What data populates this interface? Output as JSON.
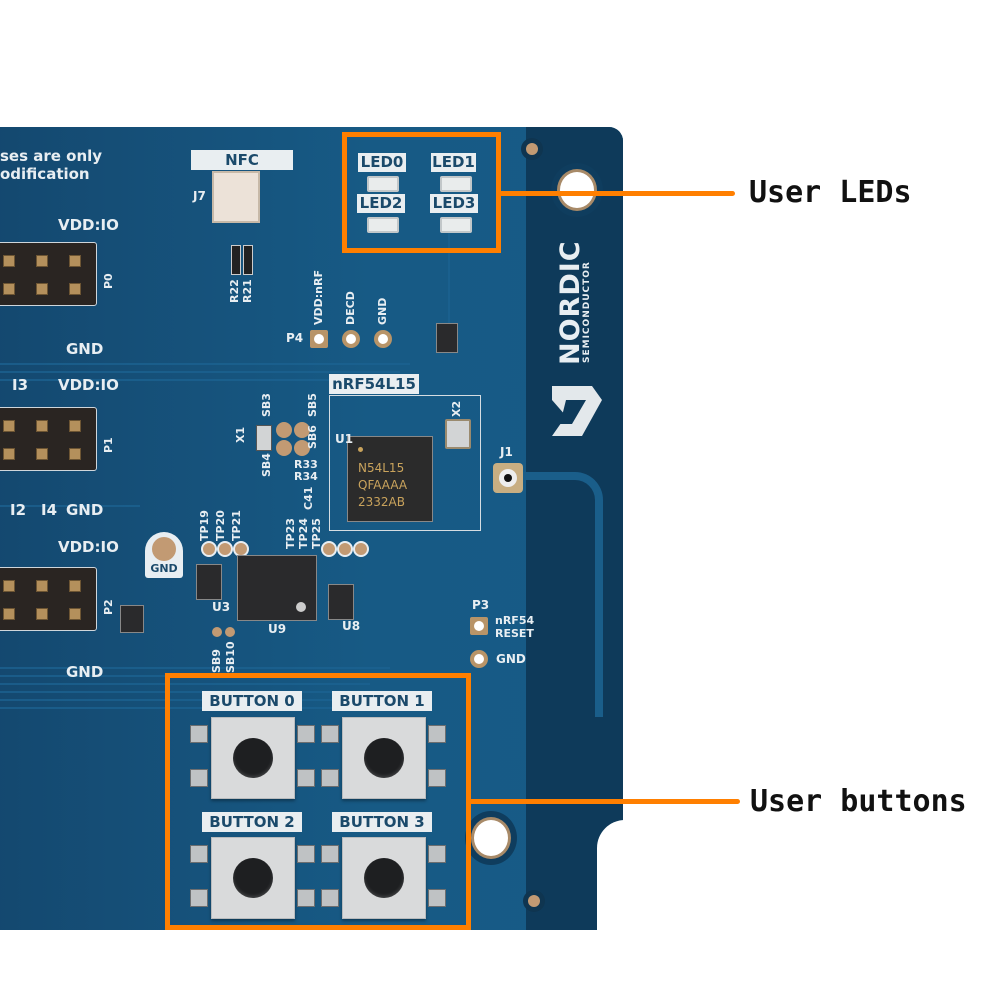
{
  "image": {
    "subject": "nRF54L15 development board (partial view)",
    "manufacturer_logo": "NORDIC",
    "manufacturer_sub": "SEMICONDUCTOR"
  },
  "callouts": {
    "leds": {
      "label": "User LEDs"
    },
    "buttons": {
      "label": "User buttons"
    }
  },
  "board": {
    "notice_line1": "ses are only",
    "notice_line2": "odification",
    "nfc": {
      "label": "NFC",
      "connector": "J7",
      "resistors": [
        "R22",
        "R21"
      ]
    },
    "leds": [
      "LED0",
      "LED1",
      "LED2",
      "LED3"
    ],
    "buttons": [
      "BUTTON 0",
      "BUTTON 1",
      "BUTTON 2",
      "BUTTON 3"
    ],
    "headers": [
      {
        "name": "P0",
        "top_label": "VDD:IO",
        "bottom_label": "GND",
        "left_top": "",
        "bottom_left": "",
        "bottom_mid": ""
      },
      {
        "name": "P1",
        "top_label": "VDD:IO",
        "bottom_label": "GND",
        "left_top": "I3",
        "bottom_left": "I2",
        "bottom_mid": "I4"
      },
      {
        "name": "P2",
        "top_label": "VDD:IO",
        "bottom_label": "GND",
        "left_top": "",
        "bottom_left": "",
        "bottom_mid": ""
      }
    ],
    "p4": {
      "name": "P4",
      "pins": [
        "VDD:nRF",
        "DECD",
        "GND"
      ]
    },
    "soc": {
      "frame_label": "nRF54L15",
      "marking": [
        "N54L15",
        "QFAAAA",
        "2332AB"
      ],
      "ref": "U1"
    },
    "components": {
      "x1": "X1",
      "x2": "X2",
      "j1": "J1",
      "sb": [
        "SB3",
        "SB5",
        "SB6",
        "SB4",
        "SB9",
        "SB10"
      ],
      "r": [
        "R33",
        "R34"
      ],
      "c41": "C41",
      "tp_left": [
        "TP19",
        "TP20",
        "TP21"
      ],
      "tp_right": [
        "TP23",
        "TP24",
        "TP25"
      ],
      "u3": "U3",
      "u9": "U9",
      "u8": "U8",
      "gnd_pad": "GND"
    },
    "p3": {
      "name": "P3",
      "line1": "nRF54",
      "line2": "RESET",
      "gnd": "GND"
    }
  }
}
